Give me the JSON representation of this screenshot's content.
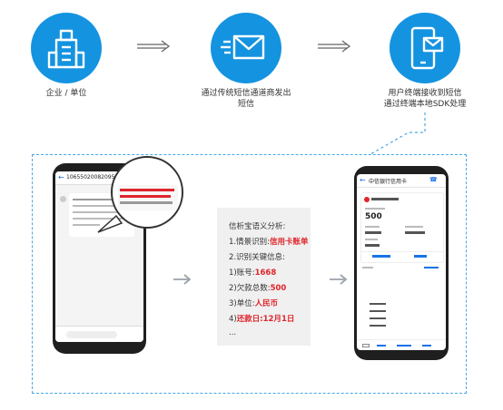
{
  "top_flow": {
    "steps": [
      {
        "icon": "building-icon",
        "lines": [
          "企业 / 单位"
        ]
      },
      {
        "icon": "envelope-icon",
        "lines": [
          "通过传统短信通道商发出",
          "短信"
        ]
      },
      {
        "icon": "phone-message-icon",
        "lines": [
          "用户终端接收到短信",
          "通过终端本地SDK处理"
        ]
      }
    ]
  },
  "left_phone": {
    "sender": "10655020082095558"
  },
  "analysis": {
    "title": "信析宝语义分析:",
    "step1_prefix": "1.情景识别:",
    "step1_value": "信用卡账单",
    "step2": "2.识别关键信息:",
    "items": [
      {
        "prefix": "1)账号:",
        "value": "1668"
      },
      {
        "prefix": "2)欠款总数:",
        "value": "500"
      },
      {
        "prefix": "3)单位:",
        "value": "人民币"
      },
      {
        "prefix": "4)",
        "value": "还款日:12月1日"
      }
    ],
    "ellipsis": "..."
  },
  "right_phone": {
    "bank_name": "中信银行信用卡",
    "amount": "500"
  },
  "colors": {
    "accent_blue": "#1493e0",
    "highlight_red": "#e0242b",
    "dashed_border": "#49a7e6",
    "arrow_gray": "#9aa3ab"
  }
}
